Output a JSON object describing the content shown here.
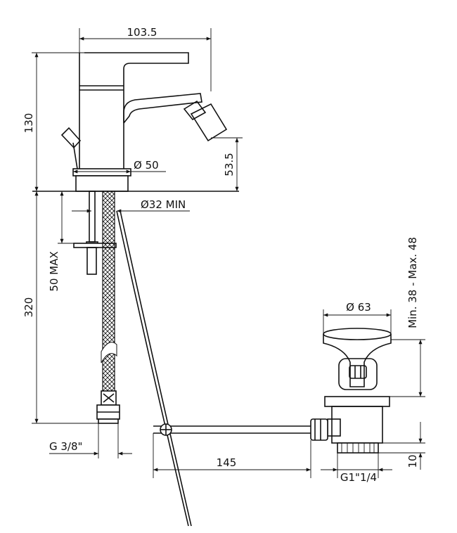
{
  "dimensions": {
    "spout_reach": "103.5",
    "total_height": "130",
    "spout_height": "53.5",
    "base_diameter": "Ø 50",
    "hole_min": "Ø32 MIN",
    "max_thickness": "50 MAX",
    "hose_length": "320",
    "hose_thread": "G 3/8\"",
    "rod_length": "145",
    "waste_diameter": "Ø 63",
    "waste_thread": "G1\"1/4",
    "thread_length": "10",
    "basin_range": "Min. 38  -  Max. 48"
  },
  "colors": {
    "line": "#111111",
    "background": "#ffffff"
  }
}
